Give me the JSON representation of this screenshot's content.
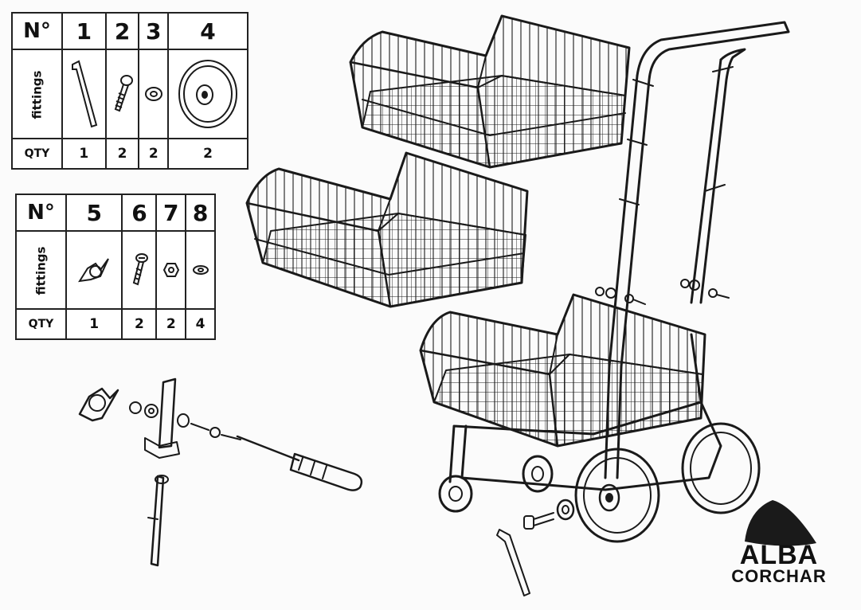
{
  "table1": {
    "number_label": "N°",
    "fittings_label": "fittings",
    "qty_label": "QTY",
    "items": [
      {
        "number": "1",
        "qty": "1",
        "icon": "allen-key-icon"
      },
      {
        "number": "2",
        "qty": "2",
        "icon": "bolt-icon"
      },
      {
        "number": "3",
        "qty": "2",
        "icon": "washer-icon"
      },
      {
        "number": "4",
        "qty": "2",
        "icon": "wheel-icon"
      }
    ]
  },
  "table2": {
    "number_label": "N°",
    "fittings_label": "fittings",
    "qty_label": "QTY",
    "items": [
      {
        "number": "5",
        "qty": "1",
        "icon": "wing-nut-icon"
      },
      {
        "number": "6",
        "qty": "2",
        "icon": "screw-icon"
      },
      {
        "number": "7",
        "qty": "2",
        "icon": "hex-nut-icon"
      },
      {
        "number": "8",
        "qty": "4",
        "icon": "small-washer-icon"
      }
    ]
  },
  "logo": {
    "line1": "ALBA",
    "line2": "CORCHAR"
  },
  "illustrations": [
    "wire-basket-icon",
    "trolley-frame-icon",
    "screwdriver-icon",
    "allen-key-icon",
    "wheel-icon"
  ]
}
